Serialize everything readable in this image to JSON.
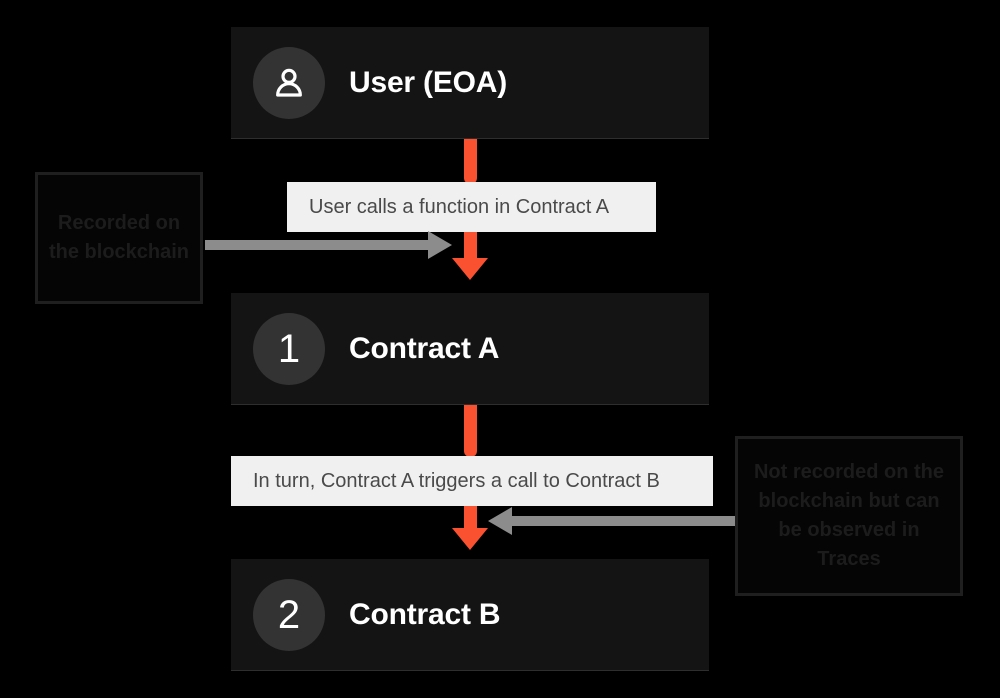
{
  "diagram": {
    "background_color": "#000000",
    "accent_color": "#fa5130",
    "nodes": [
      {
        "id": "user",
        "badge_type": "person-icon",
        "badge_value": "",
        "title": "User (EOA)"
      },
      {
        "id": "contract-a",
        "badge_type": "number",
        "badge_value": "1",
        "title": "Contract A"
      },
      {
        "id": "contract-b",
        "badge_type": "number",
        "badge_value": "2",
        "title": "Contract B"
      }
    ],
    "messages": [
      {
        "id": "msg-user-to-a",
        "text": "User calls a function in Contract A"
      },
      {
        "id": "msg-a-to-b",
        "text": "In turn, Contract A triggers a call to Contract B"
      }
    ],
    "callouts": [
      {
        "id": "callout-onchain",
        "text": "Recorded on the blockchain",
        "points_to": "msg-user-to-a"
      },
      {
        "id": "callout-offchain",
        "text": "Not recorded on the blockchain but can be observed in Traces",
        "points_to": "msg-a-to-b"
      }
    ]
  }
}
